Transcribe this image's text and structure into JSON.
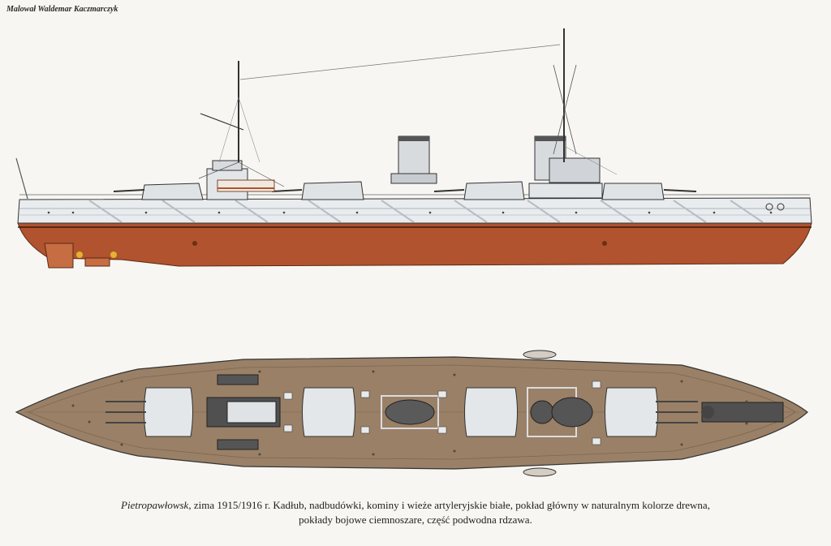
{
  "credit": "Malował Waldemar Kaczmarczyk",
  "caption": {
    "ship_name": "Pietropawłowsk",
    "line1_rest": ", zima 1915/1916 r. Kadłub, nadbudówki, kominy i wieże artyleryjskie białe, pokład główny w naturalnym kolorze drewna,",
    "line2": "pokłady bojowe ciemnoszare, część podwodna rdzawa."
  },
  "colors": {
    "hull_white": "#e9ecee",
    "hull_stripe": "#aeb4ba",
    "underwater_rust": "#b0532e",
    "deck_wood": "#9a8066",
    "battle_deck_grey": "#505050",
    "background": "#f7f6f3"
  }
}
